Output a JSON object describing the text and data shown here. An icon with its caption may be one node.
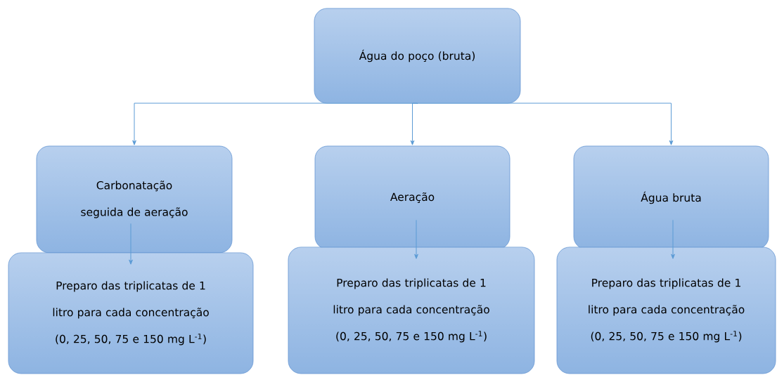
{
  "diagram": {
    "nodes": [
      {
        "text": [
          "Água do poço (bruta)"
        ]
      },
      {
        "text": [
          "Carbonatação seguida de aeração"
        ]
      },
      {
        "text": [
          "Aeração"
        ]
      },
      {
        "text": [
          "Água bruta"
        ]
      },
      {
        "text": [
          "Preparo das triplicatas de 1 litro para cada concentração (0, 25, 50, 75 e 150 mg L$^{-1}$)"
        ]
      },
      {
        "text": [
          "Preparo das triplicatas de 1 litro para cada concentração (0, 25, 50, 75 e 150 mg L$^{-1}$)"
        ]
      },
      {
        "text": [
          "Preparo das triplicatas de 1 litro para cada concentração (0, 25, 50, 75 e 150 mg L$^{-1}$)"
        ]
      }
    ],
    "edges": [
      {
        "from": 0,
        "to": 1,
        "arrow": "to"
      },
      {
        "from": 0,
        "to": 2,
        "arrow": "to"
      },
      {
        "from": 0,
        "to": 3,
        "arrow": "to"
      },
      {
        "from": 1,
        "to": 4,
        "arrow": "to"
      },
      {
        "from": 2,
        "to": 5,
        "arrow": "to"
      },
      {
        "from": 3,
        "to": 6,
        "arrow": "to"
      }
    ]
  }
}
